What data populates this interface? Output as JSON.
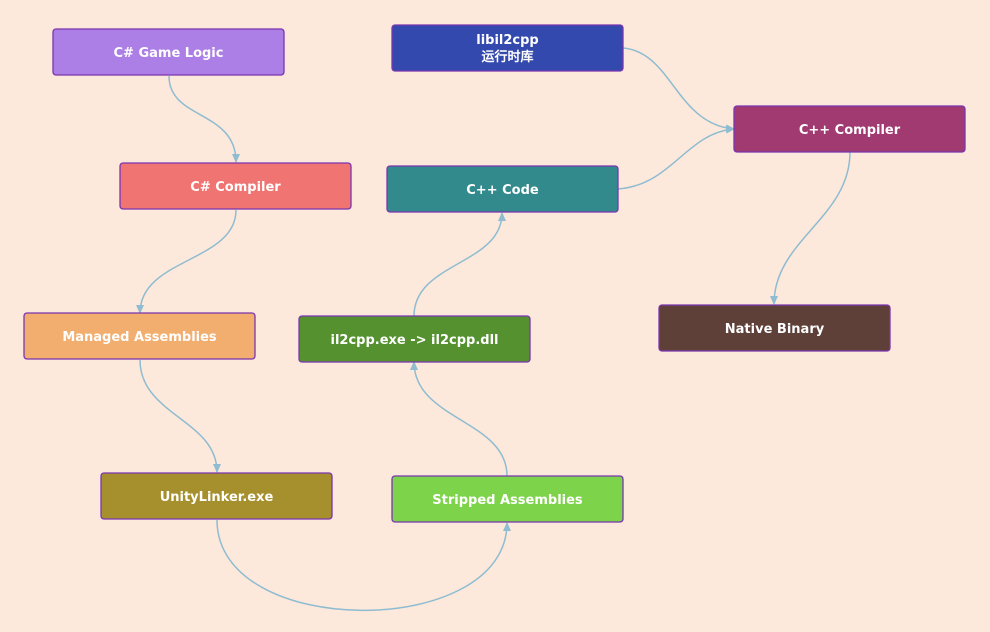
{
  "diagram": {
    "edge_color": "#8fbcd0",
    "border_color": "#7a35b0",
    "nodes": [
      {
        "id": "csharp-game-logic",
        "lines": [
          "C# Game Logic"
        ],
        "fill": "#ac7fe6"
      },
      {
        "id": "csharp-compiler",
        "lines": [
          "C# Compiler"
        ],
        "fill": "#ef7472"
      },
      {
        "id": "managed-assemblies",
        "lines": [
          "Managed Assemblies"
        ],
        "fill": "#f2ae6e"
      },
      {
        "id": "unitylinker",
        "lines": [
          "UnityLinker.exe"
        ],
        "fill": "#a6902e"
      },
      {
        "id": "stripped-assemblies",
        "lines": [
          "Stripped Assemblies"
        ],
        "fill": "#7dd34a"
      },
      {
        "id": "il2cpp",
        "lines": [
          "il2cpp.exe -> il2cpp.dll"
        ],
        "fill": "#55922f"
      },
      {
        "id": "cpp-code",
        "lines": [
          "C++ Code"
        ],
        "fill": "#338a8c"
      },
      {
        "id": "libil2cpp",
        "lines": [
          "libil2cpp",
          "运行时库"
        ],
        "fill": "#3349ad"
      },
      {
        "id": "cpp-compiler",
        "lines": [
          "C++ Compiler"
        ],
        "fill": "#a23a72"
      },
      {
        "id": "native-binary",
        "lines": [
          "Native Binary"
        ],
        "fill": "#5f4039"
      }
    ],
    "edges": [
      {
        "from": "csharp-game-logic",
        "to": "csharp-compiler"
      },
      {
        "from": "csharp-compiler",
        "to": "managed-assemblies"
      },
      {
        "from": "managed-assemblies",
        "to": "unitylinker"
      },
      {
        "from": "unitylinker",
        "to": "stripped-assemblies"
      },
      {
        "from": "stripped-assemblies",
        "to": "il2cpp"
      },
      {
        "from": "il2cpp",
        "to": "cpp-code"
      },
      {
        "from": "cpp-code",
        "to": "cpp-compiler"
      },
      {
        "from": "libil2cpp",
        "to": "cpp-compiler"
      },
      {
        "from": "cpp-compiler",
        "to": "native-binary"
      }
    ]
  }
}
